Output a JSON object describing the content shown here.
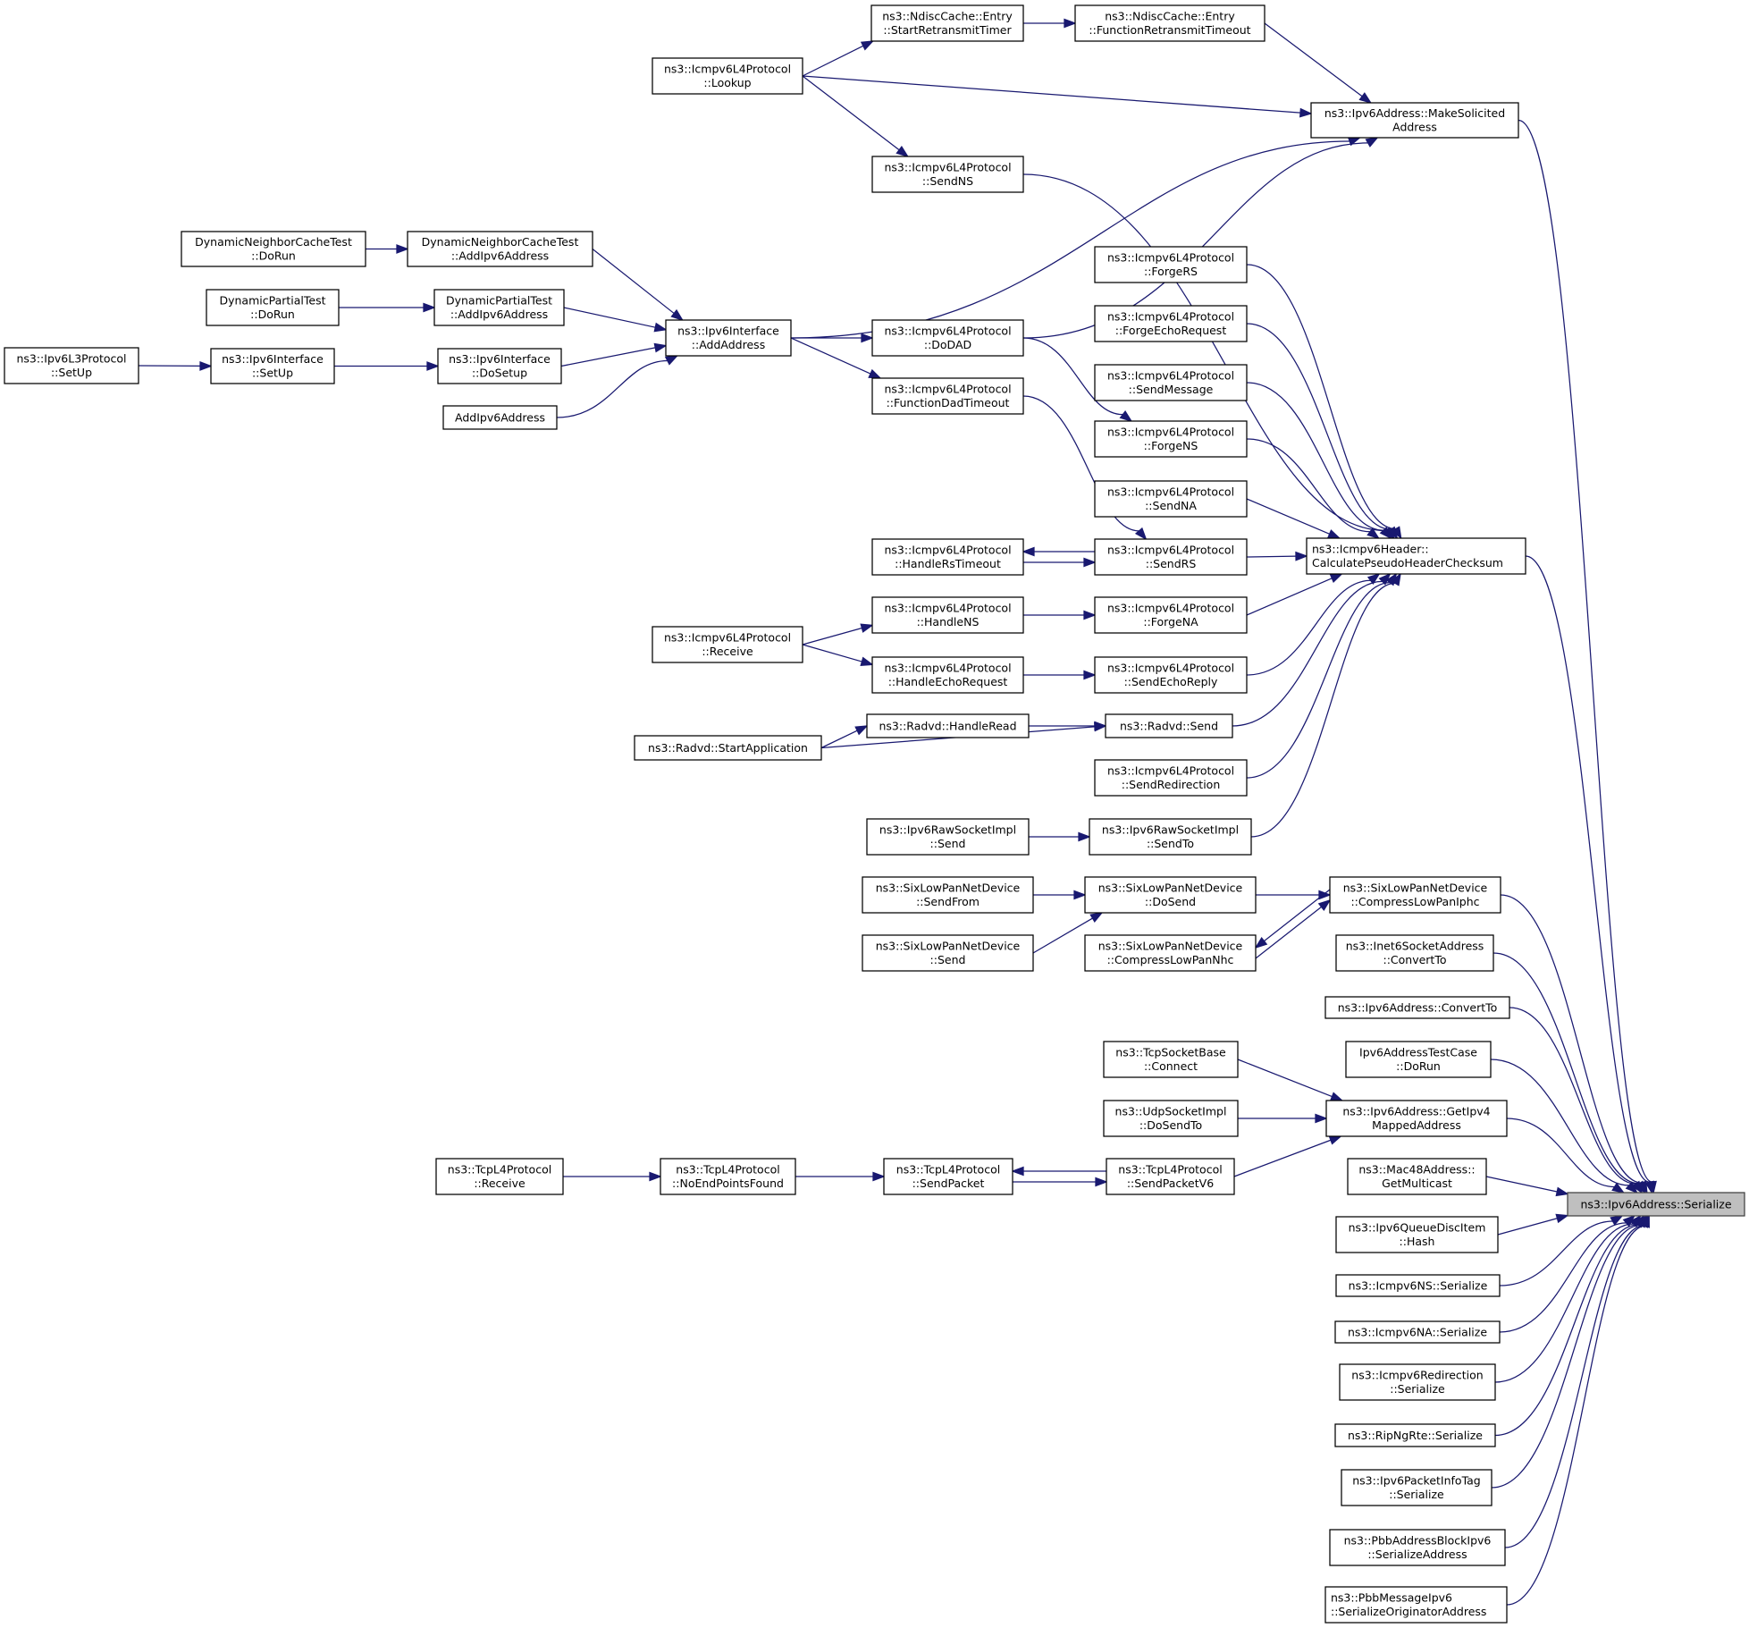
{
  "title": "ns3::Ipv6Address::Serialize caller graph",
  "colors": {
    "edge": "#191970",
    "node_border": "#000000",
    "target_fill": "#bfbfbf",
    "node_fill": "#ffffff"
  },
  "target": "serialize",
  "nodes": [
    {
      "id": "startRetransmit",
      "lines": [
        "ns3::NdiscCache::Entry",
        "::StartRetransmitTimer"
      ]
    },
    {
      "id": "funcRetransmit",
      "lines": [
        "ns3::NdiscCache::Entry",
        "::FunctionRetransmitTimeout"
      ]
    },
    {
      "id": "lookup",
      "lines": [
        "ns3::Icmpv6L4Protocol",
        "::Lookup"
      ]
    },
    {
      "id": "makeSolicited",
      "lines": [
        "ns3::Ipv6Address::MakeSolicited",
        "Address"
      ]
    },
    {
      "id": "sendNS",
      "lines": [
        "ns3::Icmpv6L4Protocol",
        "::SendNS"
      ]
    },
    {
      "id": "dnctDoRun",
      "lines": [
        "DynamicNeighborCacheTest",
        "::DoRun"
      ]
    },
    {
      "id": "dnctAdd",
      "lines": [
        "DynamicNeighborCacheTest",
        "::AddIpv6Address"
      ]
    },
    {
      "id": "forgeRS",
      "lines": [
        "ns3::Icmpv6L4Protocol",
        "::ForgeRS"
      ]
    },
    {
      "id": "dptDoRun",
      "lines": [
        "DynamicPartialTest",
        "::DoRun"
      ]
    },
    {
      "id": "dptAdd",
      "lines": [
        "DynamicPartialTest",
        "::AddIpv6Address"
      ]
    },
    {
      "id": "addAddress",
      "lines": [
        "ns3::Ipv6Interface",
        "::AddAddress"
      ]
    },
    {
      "id": "doDAD",
      "lines": [
        "ns3::Icmpv6L4Protocol",
        "::DoDAD"
      ]
    },
    {
      "id": "forgeEcho",
      "lines": [
        "ns3::Icmpv6L4Protocol",
        "::ForgeEchoRequest"
      ]
    },
    {
      "id": "l3SetUp",
      "lines": [
        "ns3::Ipv6L3Protocol",
        "::SetUp"
      ]
    },
    {
      "id": "ifSetUp",
      "lines": [
        "ns3::Ipv6Interface",
        "::SetUp"
      ]
    },
    {
      "id": "ifDoSetup",
      "lines": [
        "ns3::Ipv6Interface",
        "::DoSetup"
      ]
    },
    {
      "id": "funcDad",
      "lines": [
        "ns3::Icmpv6L4Protocol",
        "::FunctionDadTimeout"
      ]
    },
    {
      "id": "sendMessage",
      "lines": [
        "ns3::Icmpv6L4Protocol",
        "::SendMessage"
      ]
    },
    {
      "id": "addIpv6",
      "lines": [
        "AddIpv6Address"
      ]
    },
    {
      "id": "forgeNS",
      "lines": [
        "ns3::Icmpv6L4Protocol",
        "::ForgeNS"
      ]
    },
    {
      "id": "sendNA",
      "lines": [
        "ns3::Icmpv6L4Protocol",
        "::SendNA"
      ]
    },
    {
      "id": "handleRsTimeout",
      "lines": [
        "ns3::Icmpv6L4Protocol",
        "::HandleRsTimeout"
      ]
    },
    {
      "id": "sendRS",
      "lines": [
        "ns3::Icmpv6L4Protocol",
        "::SendRS"
      ]
    },
    {
      "id": "checksum",
      "lines": [
        "ns3::Icmpv6Header::",
        "CalculatePseudoHeaderChecksum"
      ],
      "align": "left"
    },
    {
      "id": "receive",
      "lines": [
        "ns3::Icmpv6L4Protocol",
        "::Receive"
      ]
    },
    {
      "id": "handleNS",
      "lines": [
        "ns3::Icmpv6L4Protocol",
        "::HandleNS"
      ]
    },
    {
      "id": "forgeNA",
      "lines": [
        "ns3::Icmpv6L4Protocol",
        "::ForgeNA"
      ]
    },
    {
      "id": "handleEcho",
      "lines": [
        "ns3::Icmpv6L4Protocol",
        "::HandleEchoRequest"
      ]
    },
    {
      "id": "sendEchoReply",
      "lines": [
        "ns3::Icmpv6L4Protocol",
        "::SendEchoReply"
      ]
    },
    {
      "id": "radvdHandleRead",
      "lines": [
        "ns3::Radvd::HandleRead"
      ]
    },
    {
      "id": "radvdSend",
      "lines": [
        "ns3::Radvd::Send"
      ]
    },
    {
      "id": "radvdStart",
      "lines": [
        "ns3::Radvd::StartApplication"
      ]
    },
    {
      "id": "sendRedirection",
      "lines": [
        "ns3::Icmpv6L4Protocol",
        "::SendRedirection"
      ]
    },
    {
      "id": "rawSend",
      "lines": [
        "ns3::Ipv6RawSocketImpl",
        "::Send"
      ]
    },
    {
      "id": "rawSendTo",
      "lines": [
        "ns3::Ipv6RawSocketImpl",
        "::SendTo"
      ]
    },
    {
      "id": "slpSendFrom",
      "lines": [
        "ns3::SixLowPanNetDevice",
        "::SendFrom"
      ]
    },
    {
      "id": "slpDoSend",
      "lines": [
        "ns3::SixLowPanNetDevice",
        "::DoSend"
      ]
    },
    {
      "id": "slpIphc",
      "lines": [
        "ns3::SixLowPanNetDevice",
        "::CompressLowPanIphc"
      ]
    },
    {
      "id": "slpSend",
      "lines": [
        "ns3::SixLowPanNetDevice",
        "::Send"
      ]
    },
    {
      "id": "slpNhc",
      "lines": [
        "ns3::SixLowPanNetDevice",
        "::CompressLowPanNhc"
      ]
    },
    {
      "id": "inet6ConvertTo",
      "lines": [
        "ns3::Inet6SocketAddress",
        "::ConvertTo"
      ]
    },
    {
      "id": "ipv6ConvertTo",
      "lines": [
        "ns3::Ipv6Address::ConvertTo"
      ]
    },
    {
      "id": "tcpConnect",
      "lines": [
        "ns3::TcpSocketBase",
        "::Connect"
      ]
    },
    {
      "id": "ipv6TestDoRun",
      "lines": [
        "Ipv6AddressTestCase",
        "::DoRun"
      ]
    },
    {
      "id": "udpDoSendTo",
      "lines": [
        "ns3::UdpSocketImpl",
        "::DoSendTo"
      ]
    },
    {
      "id": "getIpv4Mapped",
      "lines": [
        "ns3::Ipv6Address::GetIpv4",
        "MappedAddress"
      ]
    },
    {
      "id": "tcpReceive",
      "lines": [
        "ns3::TcpL4Protocol",
        "::Receive"
      ]
    },
    {
      "id": "noEndPoints",
      "lines": [
        "ns3::TcpL4Protocol",
        "::NoEndPointsFound"
      ]
    },
    {
      "id": "sendPacket",
      "lines": [
        "ns3::TcpL4Protocol",
        "::SendPacket"
      ]
    },
    {
      "id": "sendPacketV6",
      "lines": [
        "ns3::TcpL4Protocol",
        "::SendPacketV6"
      ]
    },
    {
      "id": "mac48Multicast",
      "lines": [
        "ns3::Mac48Address::",
        "GetMulticast"
      ]
    },
    {
      "id": "serialize",
      "lines": [
        "ns3::Ipv6Address::Serialize"
      ]
    },
    {
      "id": "queueHash",
      "lines": [
        "ns3::Ipv6QueueDiscItem",
        "::Hash"
      ]
    },
    {
      "id": "nsSerialize",
      "lines": [
        "ns3::Icmpv6NS::Serialize"
      ]
    },
    {
      "id": "naSerialize",
      "lines": [
        "ns3::Icmpv6NA::Serialize"
      ]
    },
    {
      "id": "redirSerialize",
      "lines": [
        "ns3::Icmpv6Redirection",
        "::Serialize"
      ]
    },
    {
      "id": "ripSerialize",
      "lines": [
        "ns3::RipNgRte::Serialize"
      ]
    },
    {
      "id": "pktInfoSerialize",
      "lines": [
        "ns3::Ipv6PacketInfoTag",
        "::Serialize"
      ]
    },
    {
      "id": "pbbAddrSerialize",
      "lines": [
        "ns3::PbbAddressBlockIpv6",
        "::SerializeAddress"
      ]
    },
    {
      "id": "pbbMsgSerialize",
      "lines": [
        "ns3::PbbMessageIpv6",
        "::SerializeOriginatorAddress"
      ],
      "align": "left"
    }
  ],
  "edges": [
    [
      "lookup",
      "startRetransmit"
    ],
    [
      "startRetransmit",
      "funcRetransmit"
    ],
    [
      "funcRetransmit",
      "makeSolicited"
    ],
    [
      "lookup",
      "makeSolicited"
    ],
    [
      "lookup",
      "sendNS"
    ],
    [
      "addAddress",
      "makeSolicited"
    ],
    [
      "doDAD",
      "makeSolicited"
    ],
    [
      "makeSolicited",
      "serialize"
    ],
    [
      "sendNS",
      "checksum"
    ],
    [
      "dnctDoRun",
      "dnctAdd"
    ],
    [
      "dnctAdd",
      "addAddress"
    ],
    [
      "dptDoRun",
      "dptAdd"
    ],
    [
      "dptAdd",
      "addAddress"
    ],
    [
      "l3SetUp",
      "ifSetUp"
    ],
    [
      "ifSetUp",
      "ifDoSetup"
    ],
    [
      "ifDoSetup",
      "addAddress"
    ],
    [
      "addIpv6",
      "addAddress"
    ],
    [
      "addAddress",
      "doDAD"
    ],
    [
      "addAddress",
      "funcDad"
    ],
    [
      "doDAD",
      "forgeNS"
    ],
    [
      "funcDad",
      "sendRS"
    ],
    [
      "forgeRS",
      "checksum"
    ],
    [
      "forgeEcho",
      "checksum"
    ],
    [
      "sendMessage",
      "checksum"
    ],
    [
      "forgeNS",
      "checksum"
    ],
    [
      "sendNA",
      "checksum"
    ],
    [
      "sendRS",
      "checksum"
    ],
    [
      "sendRS",
      "handleRsTimeout"
    ],
    [
      "handleRsTimeout",
      "sendRS"
    ],
    [
      "receive",
      "handleNS"
    ],
    [
      "receive",
      "handleEcho"
    ],
    [
      "handleNS",
      "forgeNA"
    ],
    [
      "handleEcho",
      "sendEchoReply"
    ],
    [
      "forgeNA",
      "checksum"
    ],
    [
      "sendEchoReply",
      "checksum"
    ],
    [
      "radvdStart",
      "radvdHandleRead"
    ],
    [
      "radvdHandleRead",
      "radvdSend"
    ],
    [
      "radvdStart",
      "radvdSend"
    ],
    [
      "radvdSend",
      "checksum"
    ],
    [
      "sendRedirection",
      "checksum"
    ],
    [
      "rawSend",
      "rawSendTo"
    ],
    [
      "rawSendTo",
      "checksum"
    ],
    [
      "checksum",
      "serialize"
    ],
    [
      "slpSendFrom",
      "slpDoSend"
    ],
    [
      "slpSend",
      "slpDoSend"
    ],
    [
      "slpDoSend",
      "slpIphc"
    ],
    [
      "slpIphc",
      "slpNhc"
    ],
    [
      "slpNhc",
      "slpIphc"
    ],
    [
      "slpIphc",
      "serialize"
    ],
    [
      "inet6ConvertTo",
      "serialize"
    ],
    [
      "ipv6ConvertTo",
      "serialize"
    ],
    [
      "ipv6TestDoRun",
      "serialize"
    ],
    [
      "tcpConnect",
      "getIpv4Mapped"
    ],
    [
      "udpDoSendTo",
      "getIpv4Mapped"
    ],
    [
      "sendPacketV6",
      "getIpv4Mapped"
    ],
    [
      "getIpv4Mapped",
      "serialize"
    ],
    [
      "tcpReceive",
      "noEndPoints"
    ],
    [
      "noEndPoints",
      "sendPacket"
    ],
    [
      "sendPacket",
      "sendPacketV6"
    ],
    [
      "sendPacketV6",
      "sendPacket"
    ],
    [
      "mac48Multicast",
      "serialize"
    ],
    [
      "queueHash",
      "serialize"
    ],
    [
      "nsSerialize",
      "serialize"
    ],
    [
      "naSerialize",
      "serialize"
    ],
    [
      "redirSerialize",
      "serialize"
    ],
    [
      "ripSerialize",
      "serialize"
    ],
    [
      "pktInfoSerialize",
      "serialize"
    ],
    [
      "pbbAddrSerialize",
      "serialize"
    ],
    [
      "pbbMsgSerialize",
      "serialize"
    ]
  ]
}
